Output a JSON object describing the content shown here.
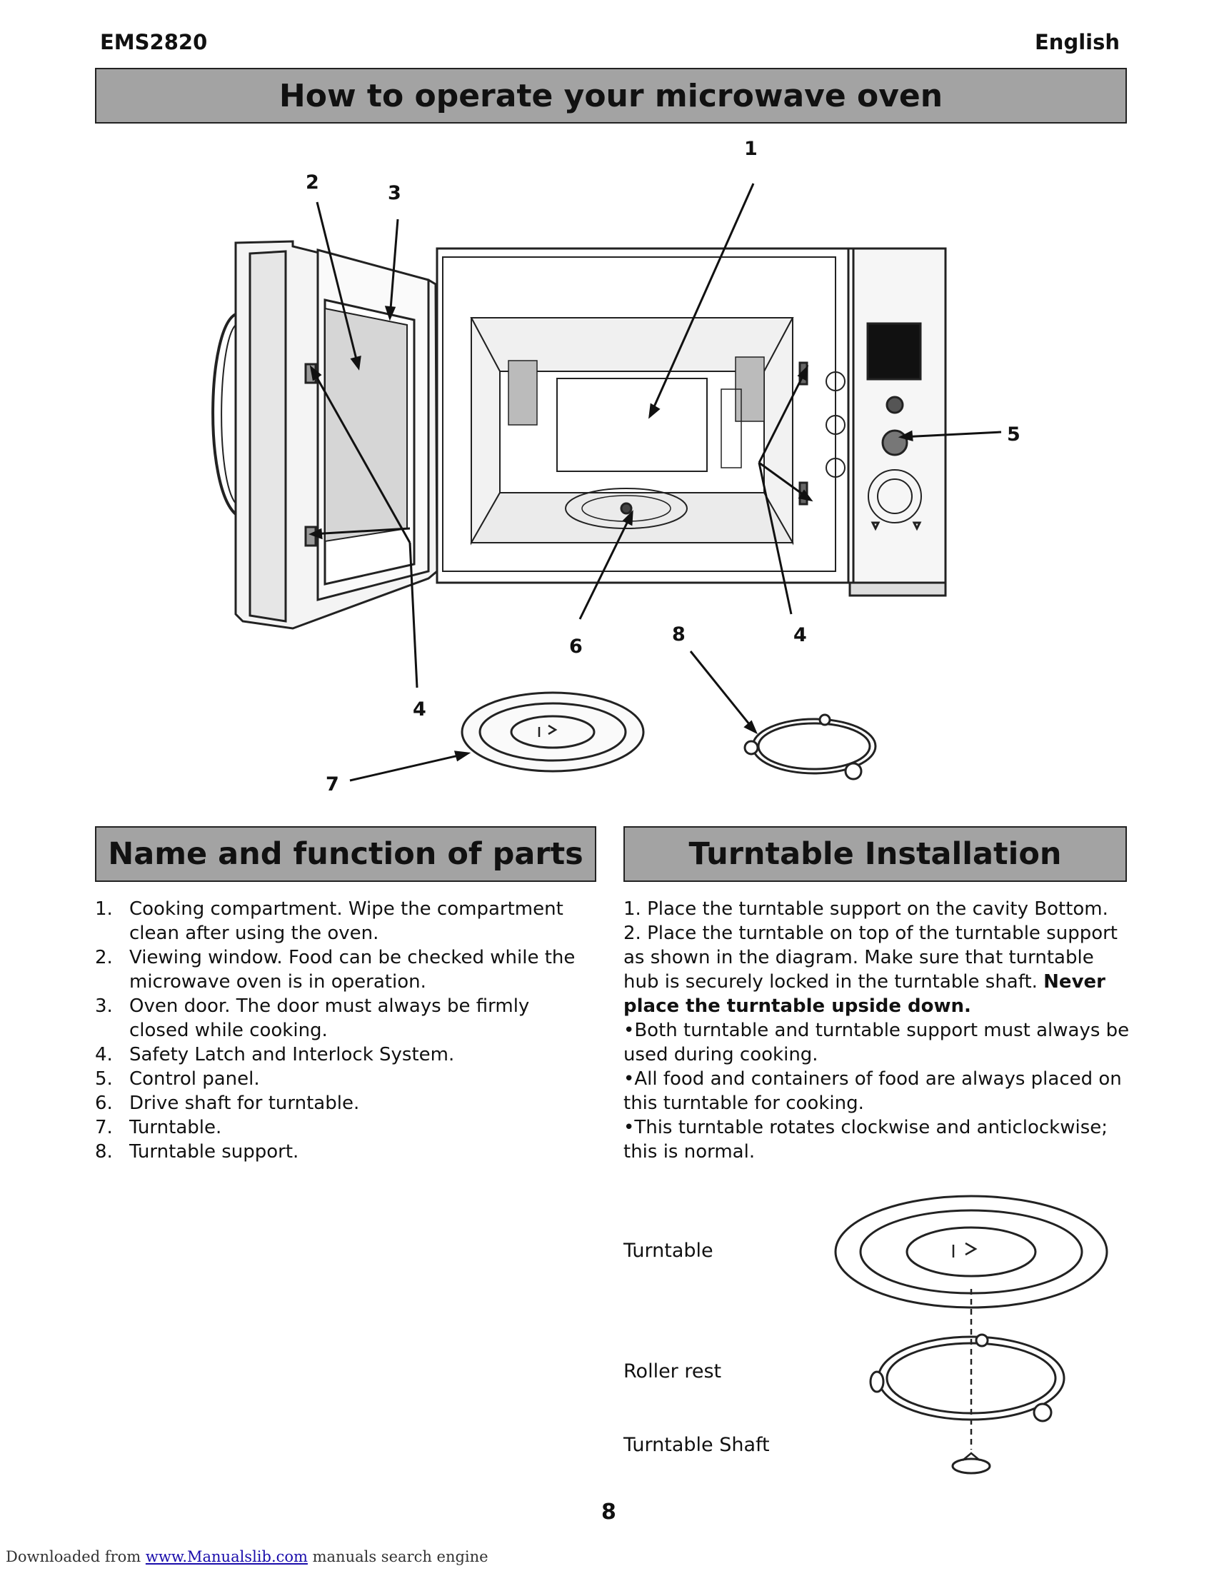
{
  "header": {
    "model": "EMS2820",
    "language": "English"
  },
  "title_banner": "How to operate your microwave oven",
  "diagram": {
    "callouts": [
      "1",
      "2",
      "3",
      "4",
      "5",
      "6",
      "8",
      "4",
      "7"
    ]
  },
  "parts_section": {
    "heading": "Name and function of parts",
    "items": [
      {
        "num": "1.",
        "text": "Cooking compartment. Wipe the compartment clean after using the oven."
      },
      {
        "num": "2.",
        "text": "Viewing window. Food can be checked while the microwave oven is in operation."
      },
      {
        "num": "3.",
        "text": "Oven door. The door must always be firmly closed while cooking."
      },
      {
        "num": "4.",
        "text": "Safety Latch and Interlock System."
      },
      {
        "num": "5.",
        "text": "Control panel."
      },
      {
        "num": "6.",
        "text": "Drive shaft for turntable."
      },
      {
        "num": "7.",
        "text": "Turntable."
      },
      {
        "num": "8.",
        "text": "Turntable support."
      }
    ]
  },
  "turntable_section": {
    "heading": "Turntable Installation",
    "step1": "1. Place the turntable support on the cavity Bottom.",
    "step2": "2. Place the turntable on top of the turntable support as shown in the diagram. Make sure that turntable hub is securely locked in the turntable shaft.",
    "step2_bold": "Never place the turntable upside down.",
    "bullets": [
      "•Both turntable and turntable support must always be used during cooking.",
      "•All food and containers of food are always placed on this turntable for cooking.",
      "•This turntable rotates clockwise and anticlockwise; this is normal."
    ],
    "diagram_labels": {
      "turntable": "Turntable",
      "roller_rest": "Roller rest",
      "shaft": "Turntable Shaft"
    }
  },
  "page_number": "8",
  "footer": {
    "prefix": "Downloaded from ",
    "link": "www.Manualslib.com",
    "suffix": " manuals search engine"
  }
}
